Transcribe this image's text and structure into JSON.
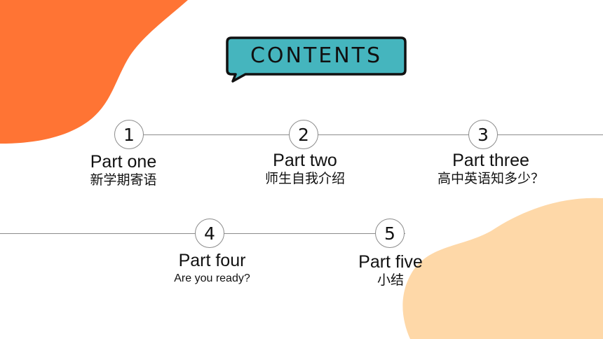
{
  "title": "CONTENTS",
  "colors": {
    "orange_blob": "#FF7434",
    "peach_blob": "#FED8A8",
    "bubble_fill": "#45B5BE",
    "bubble_border": "#111111",
    "line": "#8C8C8C"
  },
  "items": [
    {
      "number": "1",
      "title": "Part one",
      "subtitle": "新学期寄语"
    },
    {
      "number": "2",
      "title": "Part two",
      "subtitle": "师生自我介绍"
    },
    {
      "number": "3",
      "title": "Part three",
      "subtitle": "高中英语知多少？"
    },
    {
      "number": "4",
      "title": "Part four",
      "subtitle": "Are you ready?"
    },
    {
      "number": "5",
      "title": "Part five",
      "subtitle": "小结"
    }
  ]
}
